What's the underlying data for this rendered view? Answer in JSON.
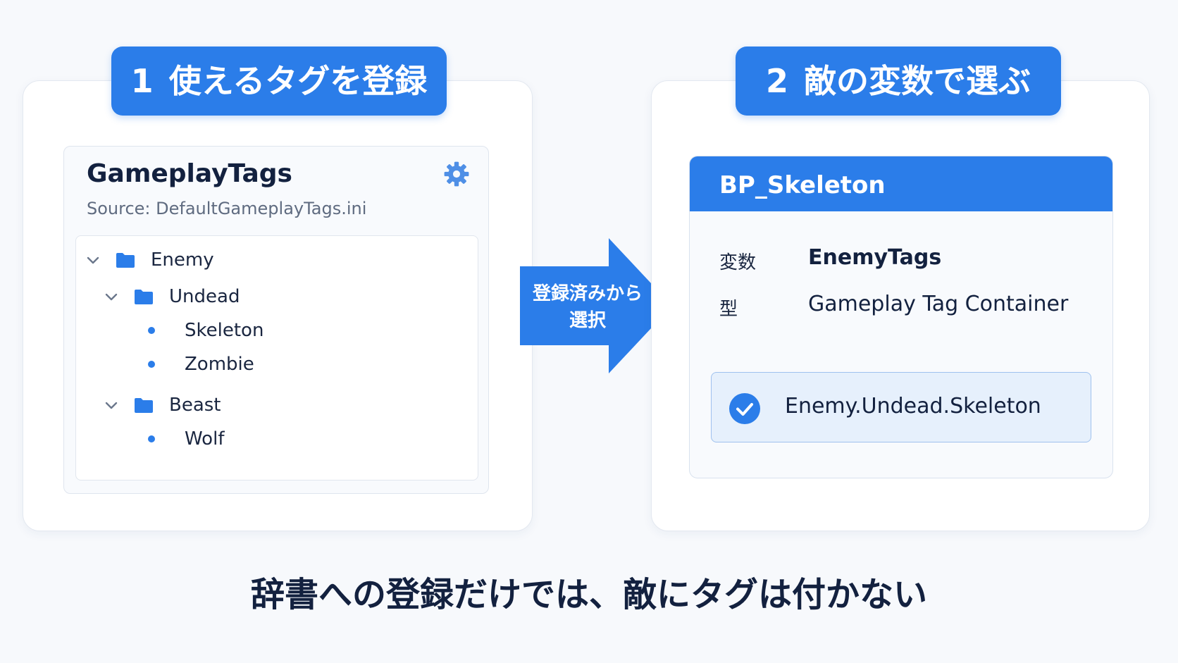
{
  "colors": {
    "accent": "#2b7de9",
    "text": "#13213f",
    "muted": "#5f6b80",
    "selected_bg": "#e6f0fc"
  },
  "step1": {
    "number": "1",
    "label": "使えるタグを登録"
  },
  "step2": {
    "number": "2",
    "label": "敵の変数で選ぶ"
  },
  "tags_panel": {
    "title": "GameplayTags",
    "source": "Source: DefaultGameplayTags.ini",
    "settings_icon": "gear-icon",
    "tree": [
      {
        "label": "Enemy",
        "kind": "folder",
        "depth": 0
      },
      {
        "label": "Undead",
        "kind": "folder",
        "depth": 1
      },
      {
        "label": "Skeleton",
        "kind": "leaf",
        "depth": 2
      },
      {
        "label": "Zombie",
        "kind": "leaf",
        "depth": 2
      },
      {
        "label": "Beast",
        "kind": "folder",
        "depth": 1
      },
      {
        "label": "Wolf",
        "kind": "leaf",
        "depth": 2
      }
    ]
  },
  "arrow": {
    "line1": "登録済みから",
    "line2": "選択"
  },
  "blueprint": {
    "name": "BP_Skeleton",
    "variable_key": "変数",
    "variable_value": "EnemyTags",
    "type_key": "型",
    "type_value": "Gameplay Tag Container",
    "selected_tag": "Enemy.Undead.Skeleton",
    "selected_icon": "check-circle-icon"
  },
  "caption": "辞書への登録だけでは、敵にタグは付かない"
}
